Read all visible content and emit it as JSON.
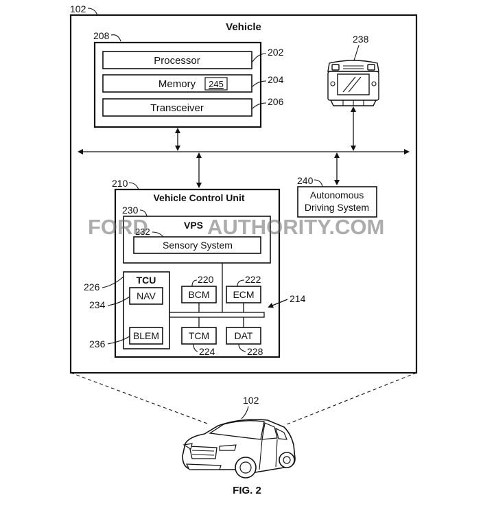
{
  "vehicle": {
    "title": "Vehicle",
    "ref": "102",
    "computer_ref": "208",
    "processor": {
      "label": "Processor",
      "ref": "202"
    },
    "memory": {
      "label": "Memory",
      "code": "245",
      "ref": "204"
    },
    "transceiver": {
      "label": "Transceiver",
      "ref": "206"
    },
    "display_ref": "238",
    "autonomous": {
      "line1": "Autonomous",
      "line2": "Driving System",
      "ref": "240"
    },
    "vcu": {
      "title": "Vehicle Control Unit",
      "ref": "210",
      "vps": {
        "label": "VPS",
        "ref": "230"
      },
      "sensory": {
        "label": "Sensory System",
        "ref": "232"
      },
      "tcu": {
        "label": "TCU",
        "ref": "226"
      },
      "nav": {
        "label": "NAV",
        "ref": "234"
      },
      "blem": {
        "label": "BLEM",
        "ref": "236"
      },
      "bcm": {
        "label": "BCM",
        "ref": "220"
      },
      "ecm": {
        "label": "ECM",
        "ref": "222"
      },
      "tcm": {
        "label": "TCM",
        "ref": "224"
      },
      "dat": {
        "label": "DAT",
        "ref": "228"
      },
      "bus_ref": "214"
    }
  },
  "car_ref": "102",
  "figure_label": "FIG. 2",
  "watermark": {
    "part1": "FORD",
    "part2": "AUTHORITY.COM"
  }
}
